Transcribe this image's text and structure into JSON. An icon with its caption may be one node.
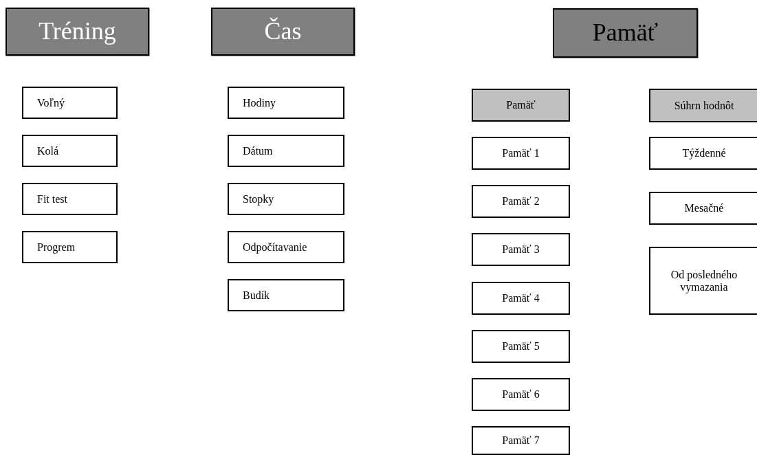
{
  "diagram": {
    "nodes": [
      {
        "text": [
          "Tréning"
        ]
      },
      {
        "text": [
          "Čas"
        ]
      },
      {
        "text": [
          "Pamäť"
        ]
      },
      {
        "text": [
          "Voľný"
        ]
      },
      {
        "text": [
          "Kolá"
        ]
      },
      {
        "text": [
          "Fit test"
        ]
      },
      {
        "text": [
          "Progrem"
        ]
      },
      {
        "text": [
          "Hodiny"
        ]
      },
      {
        "text": [
          "Dátum"
        ]
      },
      {
        "text": [
          "Stopky"
        ]
      },
      {
        "text": [
          "Odpočítavanie"
        ]
      },
      {
        "text": [
          "Budík"
        ]
      },
      {
        "text": [
          "Pamäť"
        ]
      },
      {
        "text": [
          "Pamäť 1"
        ]
      },
      {
        "text": [
          "Pamäť 2"
        ]
      },
      {
        "text": [
          "Pamäť 3"
        ]
      },
      {
        "text": [
          "Pamäť 4"
        ]
      },
      {
        "text": [
          "Pamäť 5"
        ]
      },
      {
        "text": [
          "Pamäť 6"
        ]
      },
      {
        "text": [
          "Pamäť 7"
        ]
      },
      {
        "text": [
          "Súhrn hodnôt"
        ]
      },
      {
        "text": [
          "Týždenné"
        ]
      },
      {
        "text": [
          "Mesačné"
        ]
      },
      {
        "text": [
          "Od posledného vymazania"
        ]
      }
    ]
  }
}
